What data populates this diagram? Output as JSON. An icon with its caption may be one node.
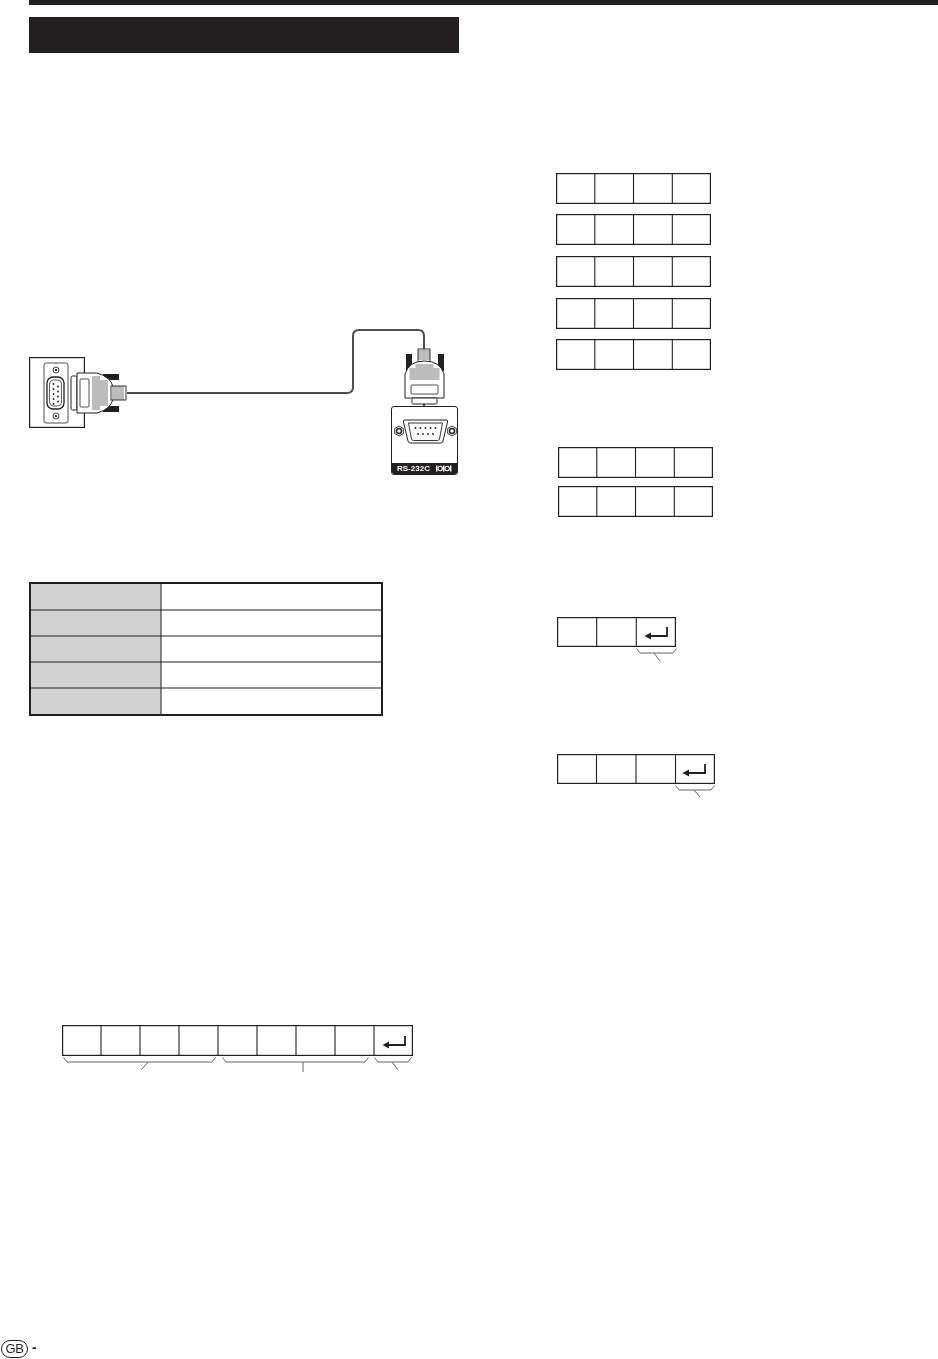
{
  "diagram": {
    "nodes": [
      {
        "text": [],
        "shape": "bar"
      },
      {
        "text": [],
        "shape": "picture"
      },
      {
        "text": [
          "RS-232C"
        ]
      },
      {
        "text": [
          "GB"
        ],
        "beside": [
          "-"
        ]
      }
    ],
    "edges": [
      {
        "from": 1,
        "to": 2,
        "arrow": "none"
      }
    ]
  }
}
